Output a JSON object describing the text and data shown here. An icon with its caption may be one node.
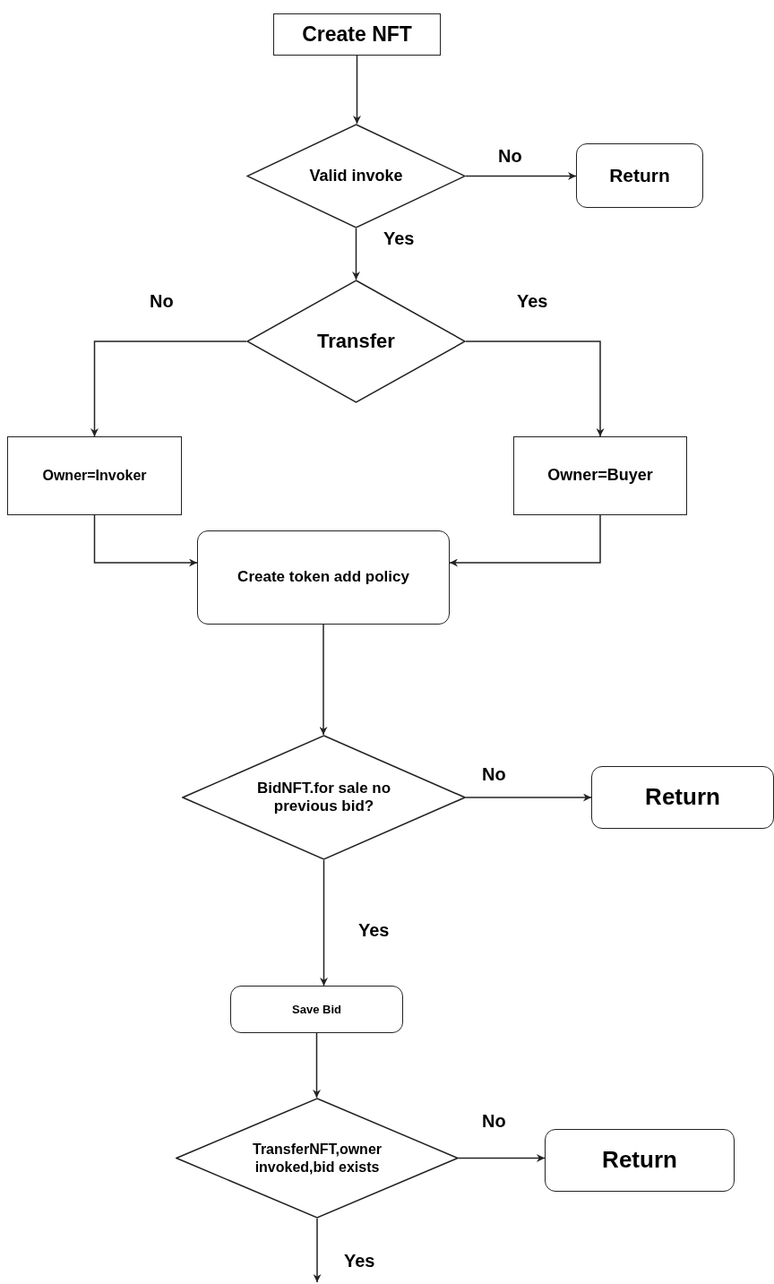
{
  "diagram": {
    "nodes": [
      {
        "text": [
          "Create NFT"
        ]
      },
      {
        "text": [
          "Valid invoke"
        ]
      },
      {
        "text": [
          "Return"
        ]
      },
      {
        "text": [
          "Transfer"
        ]
      },
      {
        "text": [
          "Owner=Invoker"
        ]
      },
      {
        "text": [
          "Owner=Buyer"
        ]
      },
      {
        "text": [
          "Create token add policy"
        ]
      },
      {
        "text": [
          "BidNFT.for sale no previous bid?"
        ]
      },
      {
        "text": [
          "Return"
        ]
      },
      {
        "text": [
          "Save Bid"
        ]
      },
      {
        "text": [
          "TransferNFT,owner invoked,bid exists"
        ]
      },
      {
        "text": [
          "Return"
        ]
      }
    ],
    "edges": [
      {
        "from": 0,
        "to": 1,
        "arrow": "to"
      },
      {
        "from": 1,
        "to": 2,
        "arrow": "to",
        "label": "No"
      },
      {
        "from": 1,
        "to": 3,
        "arrow": "to",
        "label": "Yes"
      },
      {
        "from": 3,
        "to": 4,
        "arrow": "to",
        "label": "No"
      },
      {
        "from": 3,
        "to": 5,
        "arrow": "to",
        "label": "Yes"
      },
      {
        "from": 4,
        "to": 6,
        "arrow": "to"
      },
      {
        "from": 5,
        "to": 6,
        "arrow": "to"
      },
      {
        "from": 6,
        "to": 7,
        "arrow": "to"
      },
      {
        "from": 7,
        "to": 8,
        "arrow": "to",
        "label": "No"
      },
      {
        "from": 7,
        "to": 9,
        "arrow": "to",
        "label": "Yes"
      },
      {
        "from": 9,
        "to": 10,
        "arrow": "to"
      },
      {
        "from": 10,
        "to": 11,
        "arrow": "to",
        "label": "No"
      },
      {
        "from": 10,
        "to": null,
        "arrow": "to",
        "label": "Yes"
      }
    ]
  }
}
